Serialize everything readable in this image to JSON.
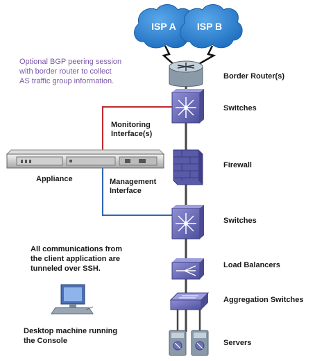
{
  "isp": {
    "a": "ISP A",
    "b": "ISP B"
  },
  "notes": {
    "bgp": [
      "Optional BGP peering session",
      "with border router to collect",
      "AS traffic group information."
    ],
    "ssh": [
      "All communications from",
      "the client application are",
      "tunneled over SSH."
    ],
    "desktop": [
      "Desktop machine running",
      "the Console"
    ]
  },
  "labels": {
    "border_router": "Border Router(s)",
    "switches_top": "Switches",
    "monitoring": [
      "Monitoring",
      "Interface(s)"
    ],
    "firewall": "Firewall",
    "appliance": "Appliance",
    "management": [
      "Management",
      "Interface"
    ],
    "switches_bottom": "Switches",
    "load_balancers": "Load Balancers",
    "aggregation_switches": "Aggregation Switches",
    "servers": "Servers"
  },
  "colors": {
    "cloud": "#2f86d6",
    "device": "#6e6fb9",
    "monitoring_line": "#c0282d",
    "management_line": "#2e66b0",
    "bgp_text": "#7b57a8"
  }
}
